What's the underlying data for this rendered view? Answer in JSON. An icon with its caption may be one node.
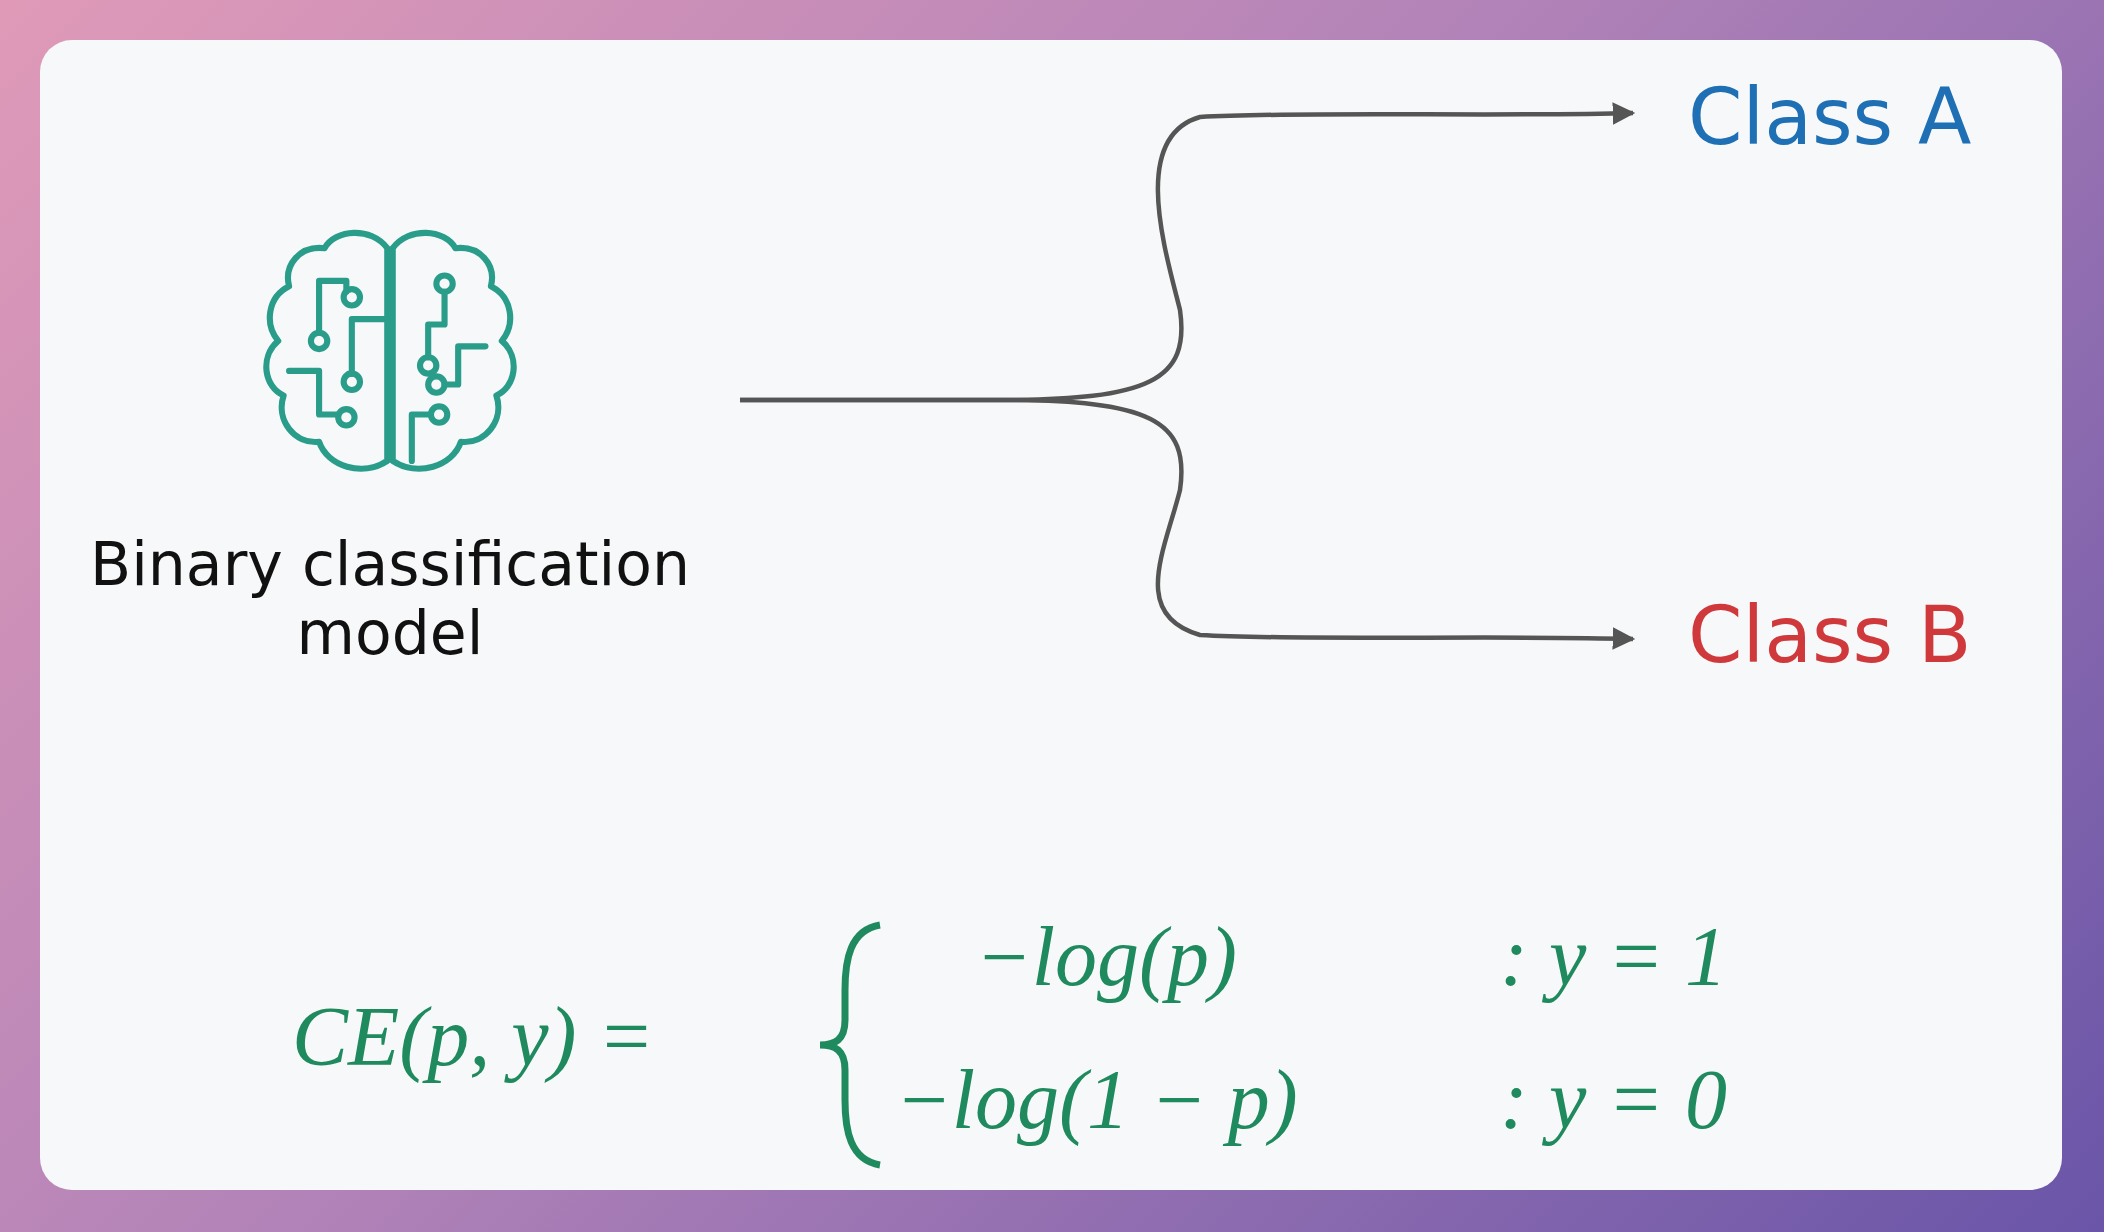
{
  "diagram": {
    "nodes": [
      {
        "text": [
          "Binary classification model"
        ]
      },
      {
        "text": [
          "Class A"
        ]
      },
      {
        "text": [
          "Class B"
        ]
      }
    ],
    "edges": [
      {
        "from": 0,
        "to": 1,
        "arrow": "to"
      },
      {
        "from": 0,
        "to": 2,
        "arrow": "to"
      }
    ],
    "labels": [
      "CE(p, y) =",
      "−log(p)",
      ": y = 1",
      "−log(1 − p)",
      ": y = 0"
    ]
  }
}
